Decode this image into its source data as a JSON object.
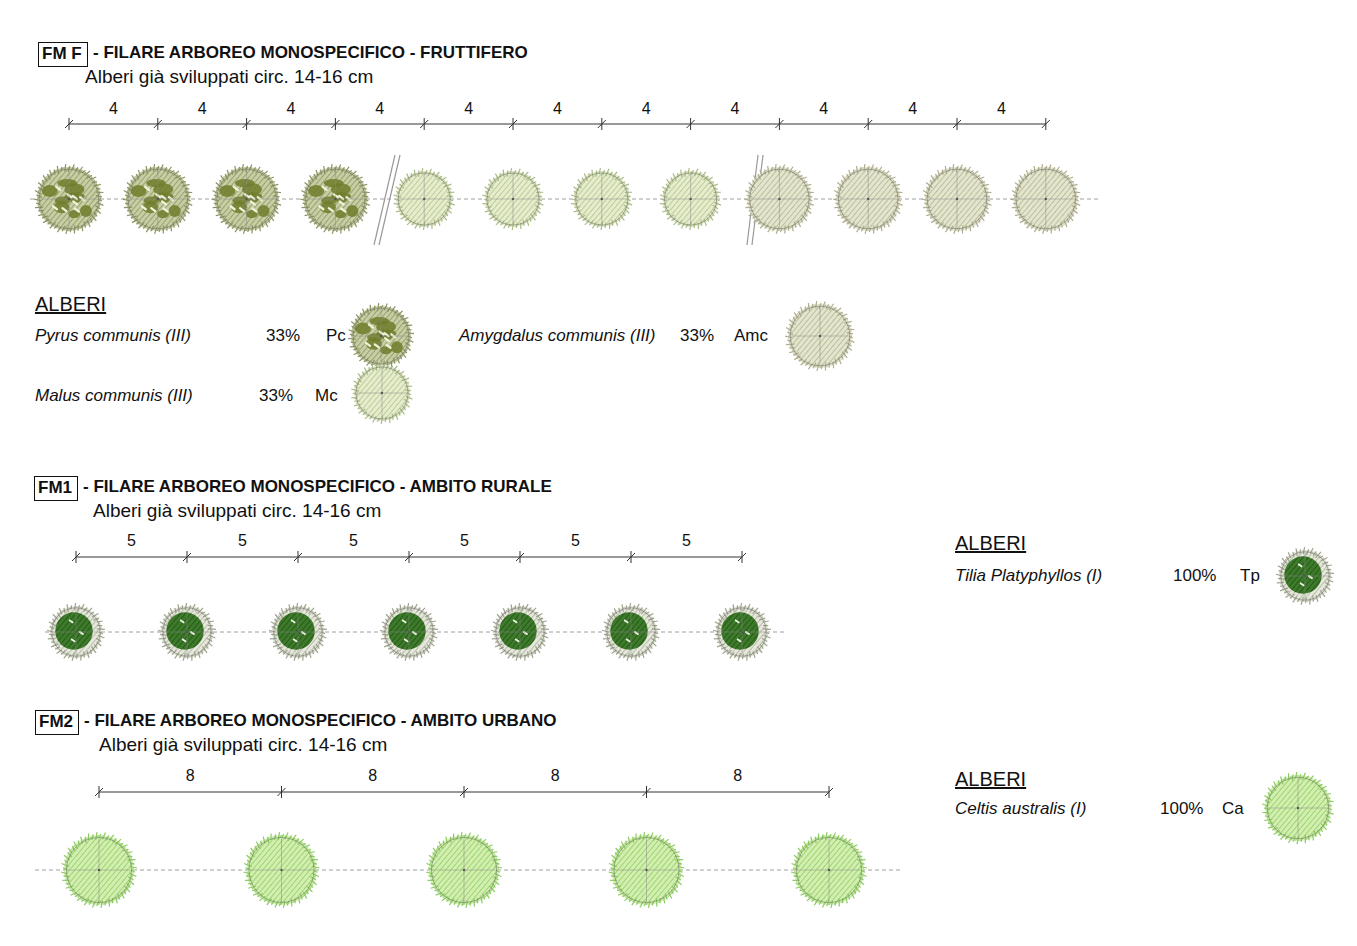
{
  "diagram": {
    "nodes": [
      {
        "text": [
          "FM F"
        ]
      },
      {
        "text": [
          "FM1"
        ]
      },
      {
        "text": [
          "FM2"
        ]
      }
    ],
    "labels": [
      "- FILARE ARBOREO MONOSPECIFICO - FRUTTIFERO",
      "Alberi già sviluppati circ. 14-16 cm",
      "4",
      "4",
      "4",
      "4",
      "4",
      "4",
      "4",
      "4",
      "4",
      "4",
      "4",
      "ALBERI",
      "Pyrus communis (III)",
      "33%",
      "Pc",
      "Amygdalus communis (III)",
      "33%",
      "Amc",
      "Malus communis (III)",
      "33%",
      "Mc",
      "- FILARE ARBOREO MONOSPECIFICO - AMBITO RURALE",
      "Alberi già sviluppati circ. 14-16 cm",
      "5",
      "5",
      "5",
      "5",
      "5",
      "5",
      "ALBERI",
      "Tilia Platyphyllos (I)",
      "100%",
      "Tp",
      "- FILARE ARBOREO MONOSPECIFICO - AMBITO URBANO",
      "Alberi già sviluppati circ. 14-16 cm",
      "8",
      "8",
      "8",
      "8",
      "ALBERI",
      "Celtis australis (I)",
      "100%",
      "Ca"
    ]
  }
}
